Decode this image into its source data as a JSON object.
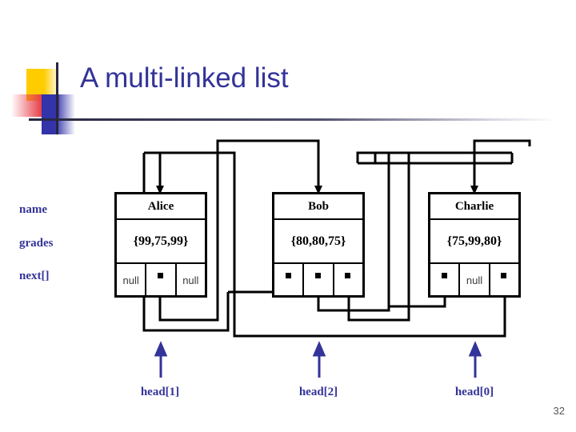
{
  "slide": {
    "title": "A multi-linked list",
    "page_number": "32",
    "title_color": "#333399",
    "wire_color": "#000000",
    "arrow_color": "#333399"
  },
  "row_labels": [
    {
      "name": "name-row-label",
      "text": "name"
    },
    {
      "name": "grades-row-label",
      "text": "grades"
    },
    {
      "name": "next-row-label",
      "text": "next[]"
    }
  ],
  "nodes": [
    {
      "id": "alice",
      "name": "Alice",
      "grades": "{99,75,99}",
      "next": [
        "null",
        "",
        "null"
      ]
    },
    {
      "id": "bob",
      "name": "Bob",
      "grades": "{80,80,75}",
      "next": [
        "",
        "",
        ""
      ]
    },
    {
      "id": "charlie",
      "name": "Charlie",
      "grades": "{75,99,80}",
      "next": [
        "",
        "null",
        ""
      ]
    }
  ],
  "heads": [
    {
      "id": "head1",
      "label": "head[1]"
    },
    {
      "id": "head2",
      "label": "head[2]"
    },
    {
      "id": "head0",
      "label": "head[0]"
    }
  ]
}
